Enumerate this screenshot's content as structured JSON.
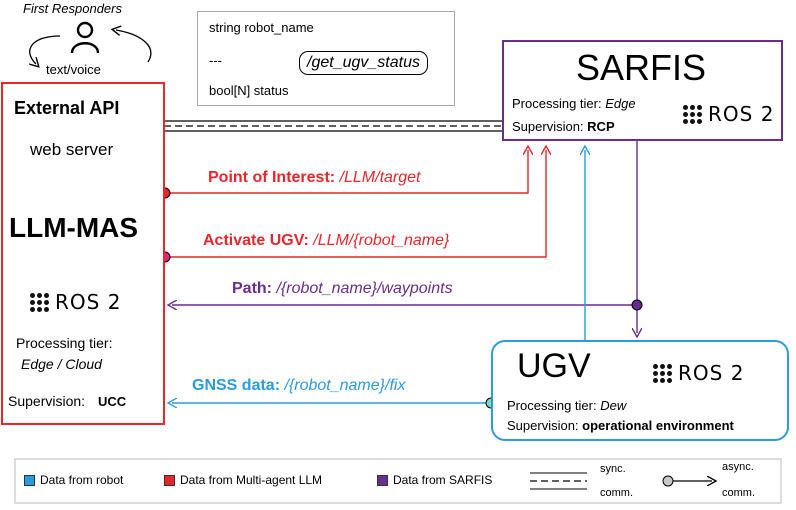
{
  "responders": {
    "label": "First Responders",
    "channel": "text/voice"
  },
  "external": {
    "title": "External API",
    "subtitle": "web server",
    "name": "LLM-MAS",
    "ros": "ROS 2",
    "tier_label": "Processing tier:",
    "tier_value": "Edge / Cloud",
    "supervision_label": "Supervision:",
    "supervision_value": "UCC",
    "color": "#e8262c"
  },
  "service": {
    "line1": "string robot_name",
    "line2": "---",
    "line3": "bool[N] status",
    "name": "/get_ugv_status"
  },
  "sarfis": {
    "title": "SARFIS",
    "tier_label": "Processing tier:",
    "tier_value": "Edge",
    "supervision_label": "Supervision:",
    "supervision_value": "RCP",
    "ros": "ROS 2",
    "color": "#6a2c8f"
  },
  "ugv": {
    "title": "UGV",
    "ros": "ROS 2",
    "tier_label": "Processing tier:",
    "tier_value": "Dew",
    "supervision_label": "Supervision:",
    "supervision_value": "operational environment",
    "color": "#2b9be0"
  },
  "links": {
    "poi_label": "Point of Interest:",
    "poi_topic": "/LLM/target",
    "activate_label": "Activate UGV:",
    "activate_topic": "/LLM/{robot_name}",
    "path_label": "Path:",
    "path_topic": "/{robot_name}/waypoints",
    "gnss_label": "GNSS data:",
    "gnss_topic": "/{robot_name}/fix"
  },
  "legend": {
    "robot": "Data from robot",
    "llm": "Data from Multi-agent LLM",
    "sarfis": "Data from SARFIS",
    "sync_top": "sync.",
    "sync_bottom": "comm.",
    "async_top": "async.",
    "async_bottom": "comm."
  },
  "colors": {
    "red": "#e8262c",
    "purple": "#6a2c8f",
    "blue": "#2b9be0",
    "magenta": "#e0258f",
    "teal": "#7fd3c0"
  }
}
